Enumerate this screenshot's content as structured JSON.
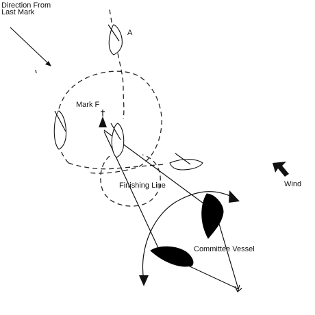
{
  "labels": {
    "direction_line1": "Direction From",
    "direction_line2": "Last Mark",
    "boat_a": "A",
    "mark_f": "Mark F",
    "finishing_line": "Finishing Line",
    "committee_vessel": "Committee Vessel",
    "wind": "Wind"
  },
  "icons": {
    "direction_arrow": "arrow-down-right-icon",
    "wind_arrow": "wind-arrow-icon",
    "mark": "mark-buoy-icon",
    "anchor": "anchor-icon"
  }
}
